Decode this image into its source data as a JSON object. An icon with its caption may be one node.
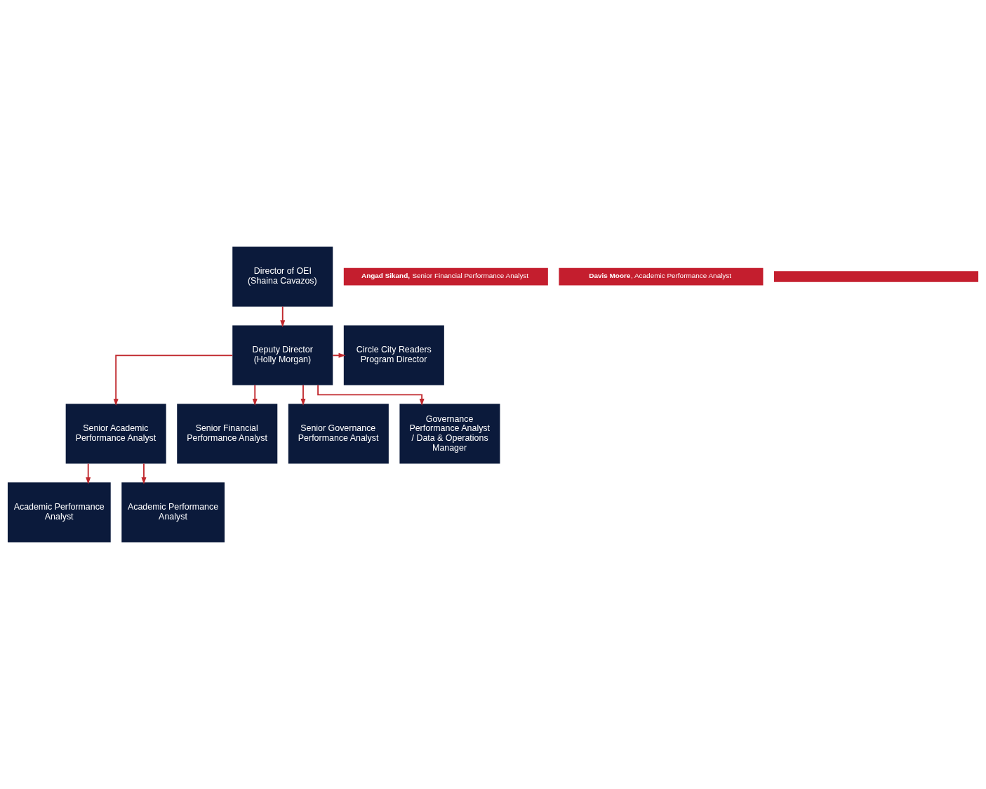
{
  "diagram": {
    "nodes": [
      {
        "text": [
          "Director of OEI (Shaina Cavazos)"
        ]
      },
      {
        "text": [
          "Deputy Director (Holly Morgan)"
        ]
      },
      {
        "text": [
          "Circle City Readers Program Director"
        ]
      },
      {
        "text": [
          "Senior Academic Performance Analyst"
        ]
      },
      {
        "text": [
          "Senior Financial Performance Analyst"
        ]
      },
      {
        "text": [
          "Senior Governance Performance Analyst"
        ]
      },
      {
        "text": [
          "Governance Performance Analyst / Data & Operations Manager"
        ]
      },
      {
        "text": [
          "Academic Performance Analyst"
        ]
      },
      {
        "text": [
          "Academic Performance Analyst"
        ]
      },
      {
        "text": [
          "**Angad Sikand,** Senior Financial Performance Analyst"
        ]
      },
      {
        "text": [
          "**Davis Moore**, Academic Performance Analyst"
        ]
      },
      {
        "text": [],
        "shape": "bar"
      }
    ],
    "edges": [
      {
        "from": 0,
        "to": 1,
        "arrow": "to"
      },
      {
        "from": 1,
        "to": 2,
        "arrow": "to"
      },
      {
        "from": 1,
        "to": 3,
        "arrow": "to"
      },
      {
        "from": 1,
        "to": 4,
        "arrow": "to"
      },
      {
        "from": 1,
        "to": 5,
        "arrow": "to"
      },
      {
        "from": 1,
        "to": 6,
        "arrow": "to"
      },
      {
        "from": 3,
        "to": 7,
        "arrow": "to"
      },
      {
        "from": 3,
        "to": 8,
        "arrow": "to"
      }
    ]
  }
}
